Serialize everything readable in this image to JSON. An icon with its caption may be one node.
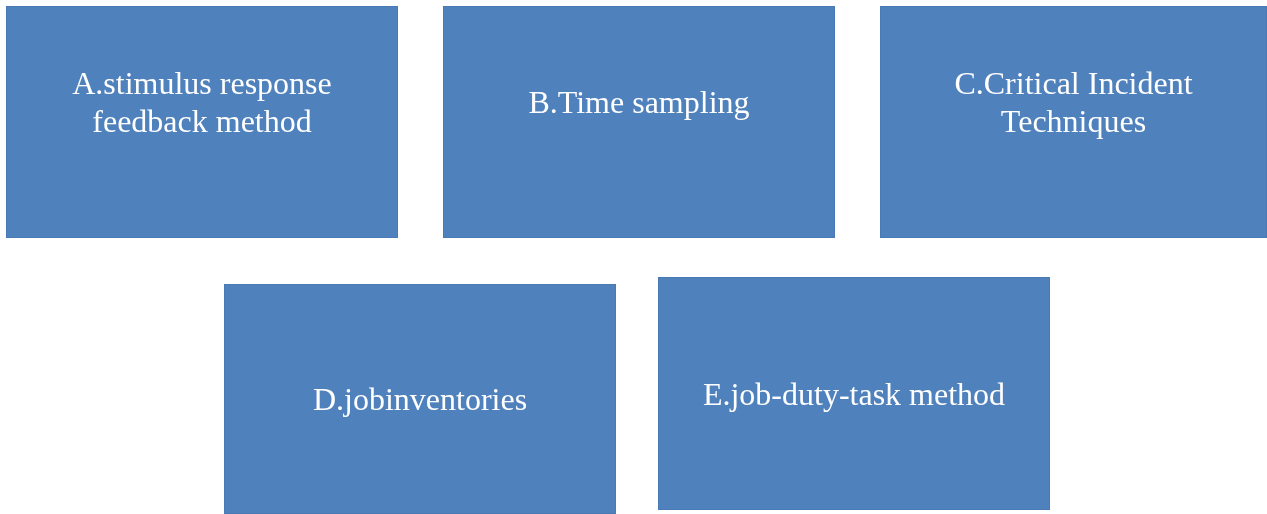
{
  "diagram": {
    "nodes": [
      {
        "text": [
          "A.stimulus response feedback method"
        ]
      },
      {
        "text": [
          "B.Time sampling"
        ]
      },
      {
        "text": [
          "C.Critical Incident Techniques"
        ]
      },
      {
        "text": [
          "D.jobinventories"
        ]
      },
      {
        "text": [
          "E.job-duty-task method"
        ]
      }
    ]
  }
}
